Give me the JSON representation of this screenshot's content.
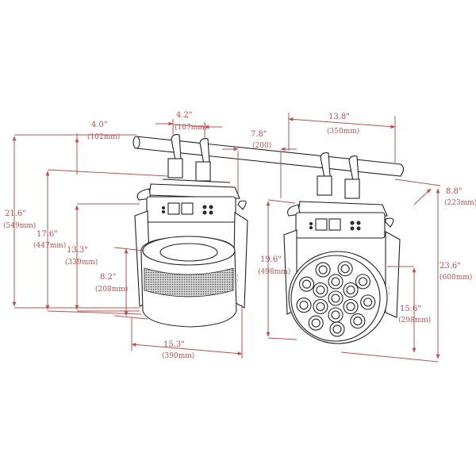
{
  "colors": {
    "dimension": "#c0504d",
    "outline": "#222222"
  },
  "dimensions": {
    "clamp_spacing": {
      "imperial": "4.2\"",
      "metric": "(107mm)"
    },
    "clamp_offset": {
      "imperial": "4.0\"",
      "metric": "(102mm)"
    },
    "pipe_gap": {
      "imperial": "7.8\"",
      "metric": "(200)"
    },
    "head_width": {
      "imperial": "13.8\"",
      "metric": "(350mm)"
    },
    "total_height": {
      "imperial": "21.6\"",
      "metric": "(549mm)"
    },
    "base_to_clamp": {
      "imperial": "17.6\"",
      "metric": "(447mm)"
    },
    "base_to_handle": {
      "imperial": "13.3\"",
      "metric": "(339mm)"
    },
    "base_height": {
      "imperial": "8.2\"",
      "metric": "(208mm)"
    },
    "base_width": {
      "imperial": "15.3\"",
      "metric": "(390mm)"
    },
    "front_height": {
      "imperial": "19.6\"",
      "metric": "(498mm)"
    },
    "depth": {
      "imperial": "8.8\"",
      "metric": "(223mm)"
    },
    "tilt_height": {
      "imperial": "23.6\"",
      "metric": "(600mm)"
    },
    "lens_height": {
      "imperial": "15.6\"",
      "metric": "(298mm)"
    }
  }
}
